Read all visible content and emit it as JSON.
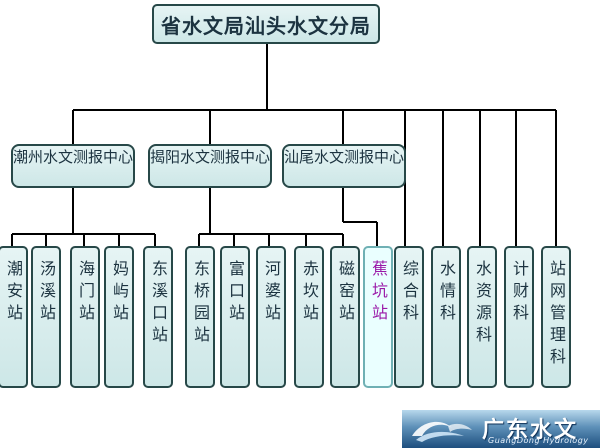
{
  "root": {
    "label": "省水文局汕头水文分局"
  },
  "centers": [
    {
      "label": "潮州水文测报中心"
    },
    {
      "label": "揭阳水文测报中心"
    },
    {
      "label": "汕尾水文测报中心"
    }
  ],
  "stations": [
    {
      "label": "潮安站"
    },
    {
      "label": "汤溪站"
    },
    {
      "label": "海门站"
    },
    {
      "label": "妈屿站"
    },
    {
      "label": "东溪口站"
    },
    {
      "label": "东桥园站"
    },
    {
      "label": "富口站"
    },
    {
      "label": "河婆站"
    },
    {
      "label": "赤坎站"
    },
    {
      "label": "磁窑站"
    },
    {
      "label": "蕉坑站"
    }
  ],
  "departments": [
    {
      "label": "综合科"
    },
    {
      "label": "水情科"
    },
    {
      "label": "水资源科"
    },
    {
      "label": "计财科"
    },
    {
      "label": "站网管理科"
    }
  ],
  "highlight_color": "#9a1aa8",
  "line_color": "#000000",
  "logo": {
    "title": "广东水文",
    "subtitle": "GuangDong Hydrology"
  }
}
